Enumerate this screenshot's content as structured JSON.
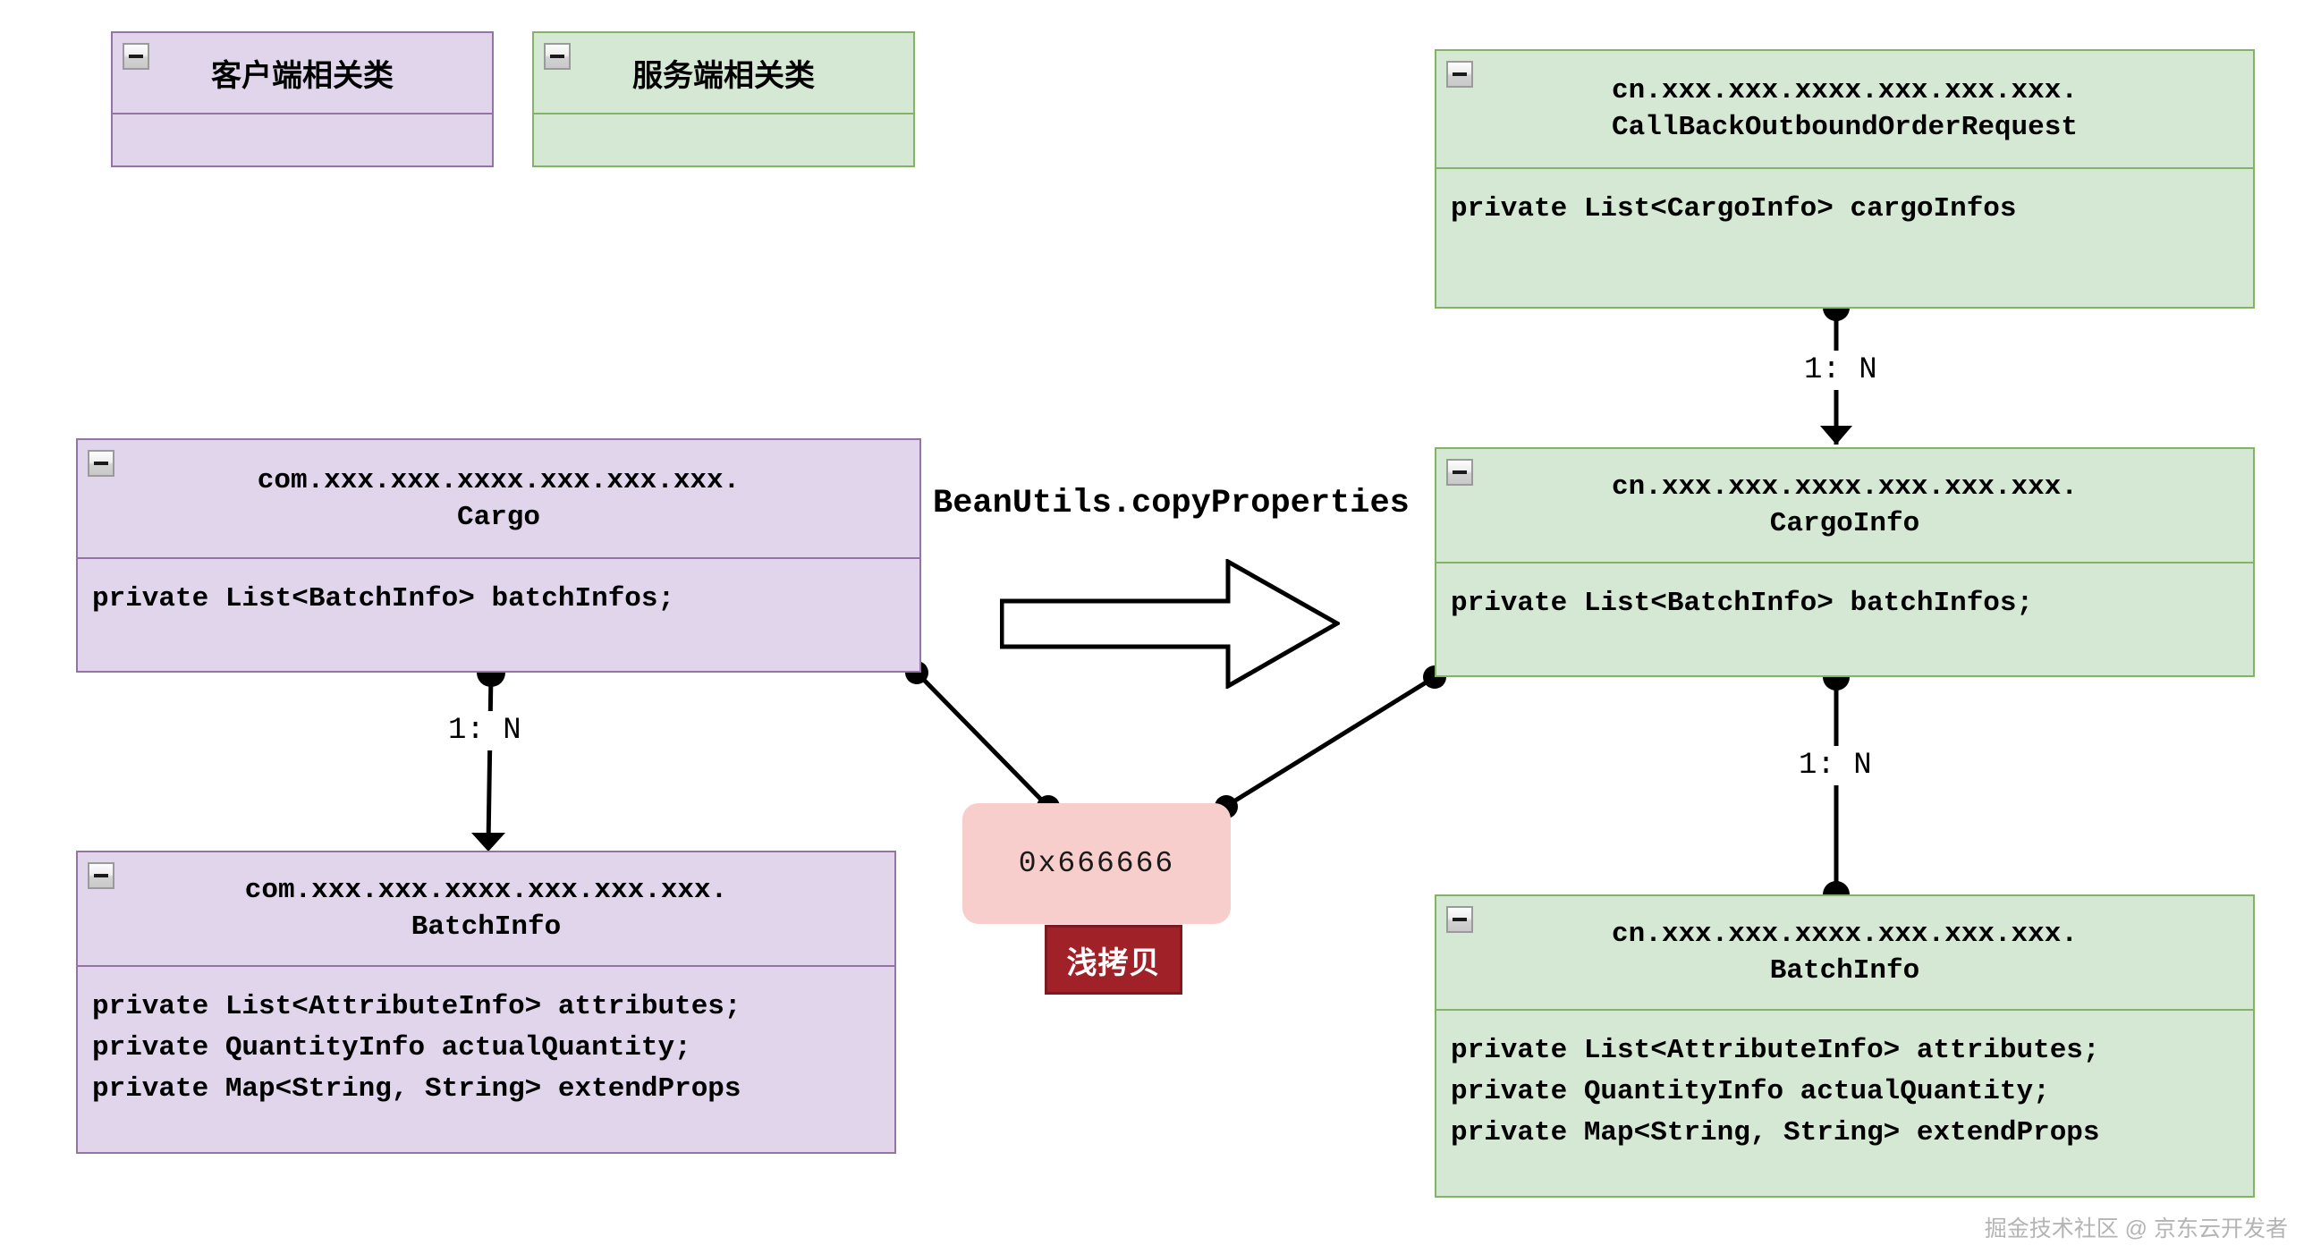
{
  "diagram": {
    "title_watermark": "掘金技术社区 @ 京东云开发者",
    "colors": {
      "client_fill": "#e1d5ec",
      "client_stroke": "#9673a6",
      "server_fill": "#d5e8d4",
      "server_stroke": "#82b366",
      "address_fill": "#f8cecc",
      "badge_fill": "#a02128",
      "badge_text": "#ffffff",
      "connector": "#000000"
    },
    "legend": [
      {
        "label": "客户端相关类",
        "variant": "purple"
      },
      {
        "label": "服务端相关类",
        "variant": "green"
      }
    ],
    "classes": {
      "cargo": {
        "package": "com.xxx.xxx.xxxx.xxx.xxx.xxx.",
        "name": "Cargo",
        "fields": "private List<BatchInfo> batchInfos;"
      },
      "batch_info_client": {
        "package": "com.xxx.xxx.xxxx.xxx.xxx.xxx.",
        "name": "BatchInfo",
        "fields": "private List<AttributeInfo> attributes;\nprivate QuantityInfo actualQuantity;\nprivate Map<String, String> extendProps"
      },
      "callback_request": {
        "package": "cn.xxx.xxx.xxxx.xxx.xxx.xxx.",
        "name": "CallBackOutboundOrderRequest",
        "fields": "private List<CargoInfo> cargoInfos"
      },
      "cargo_info": {
        "package": "cn.xxx.xxx.xxxx.xxx.xxx.xxx.",
        "name": "CargoInfo",
        "fields": "private List<BatchInfo> batchInfos;"
      },
      "batch_info_server": {
        "package": "cn.xxx.xxx.xxxx.xxx.xxx.xxx.",
        "name": "BatchInfo",
        "fields": "private List<AttributeInfo> attributes;\nprivate QuantityInfo actualQuantity;\nprivate Map<String, String> extendProps"
      }
    },
    "edges": {
      "cargo_to_batch_label": "1: N",
      "request_to_cargoinfo_label": "1: N",
      "cargoinfo_to_batch_label": "1: N"
    },
    "center": {
      "copy_caption": "BeanUtils.copyProperties",
      "arrow_icon": "right-arrow-icon"
    },
    "shared_reference": {
      "address": "0x666666",
      "badge": "浅拷贝"
    }
  }
}
